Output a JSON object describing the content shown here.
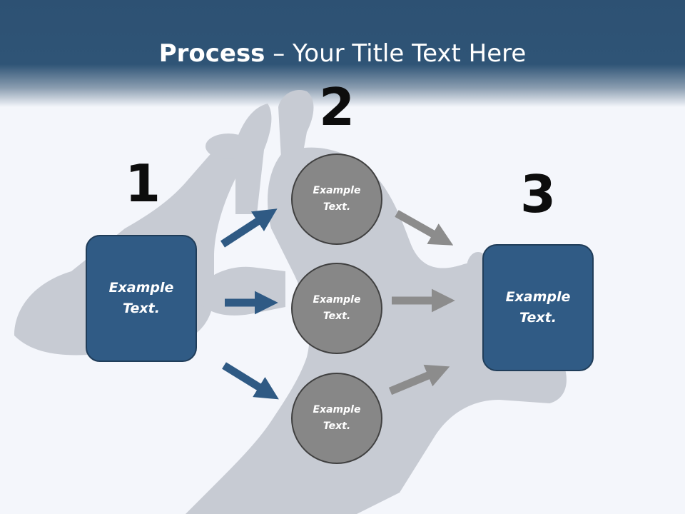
{
  "title": {
    "bold": "Process",
    "rest": " – Your Title Text Here"
  },
  "steps": {
    "one": {
      "number": "1",
      "label": "Example Text."
    },
    "two": {
      "number": "2"
    },
    "three": {
      "number": "3",
      "label": "Example Text."
    }
  },
  "circles": [
    {
      "label": "Example Text."
    },
    {
      "label": "Example Text."
    },
    {
      "label": "Example Text."
    }
  ],
  "colors": {
    "header": "#2d5173",
    "box_fill": "#305b85",
    "circle_fill": "#878787",
    "arrow_blue": "#2f5a84",
    "arrow_gray": "#8c8c8c"
  }
}
